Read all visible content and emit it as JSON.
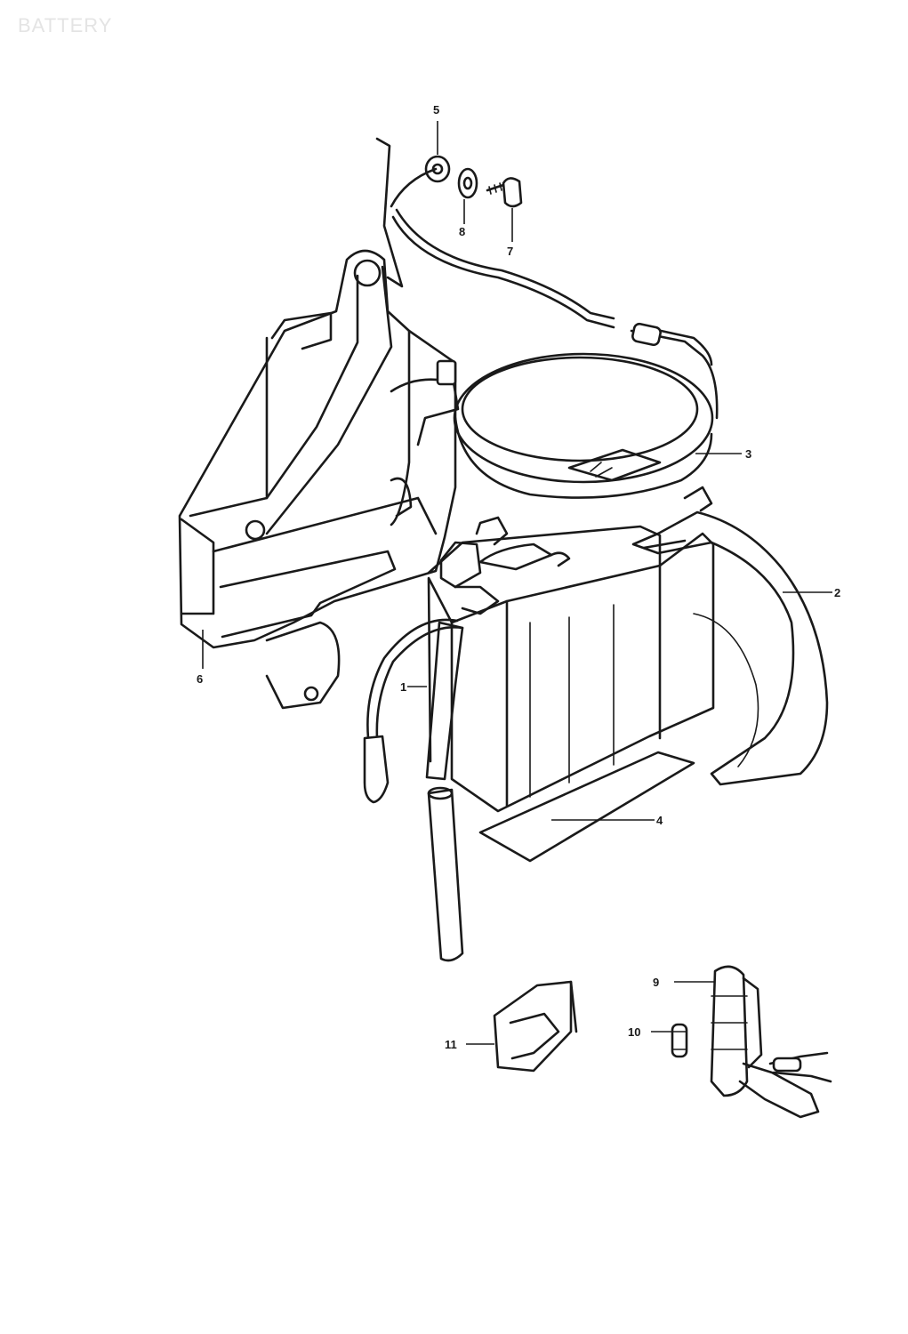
{
  "header": {
    "watermark": "BATTERY"
  },
  "callouts": [
    "1",
    "2",
    "3",
    "4",
    "5",
    "6",
    "7",
    "8",
    "9",
    "10",
    "11"
  ],
  "colors": {
    "line": "#1a1a1a",
    "background": "#ffffff",
    "watermark": "#e4e4e4"
  }
}
